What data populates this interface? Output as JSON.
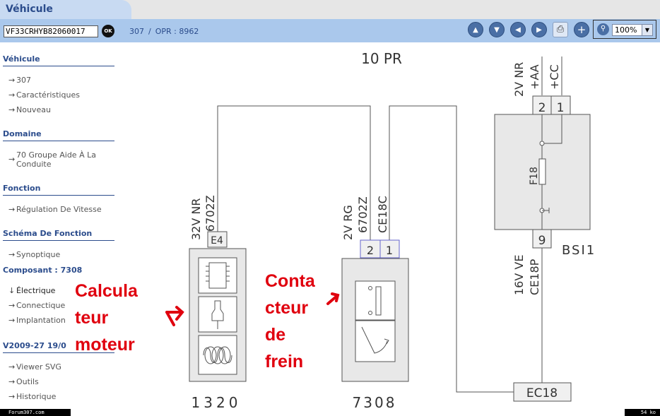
{
  "tab": {
    "label": "Véhicule"
  },
  "toolbar": {
    "vin_value": "VF33CRHYB82060017",
    "ok_label": "OK",
    "model": "307",
    "separator": "/",
    "opr": "OPR : 8962",
    "buttons": [
      "arrow-up-icon",
      "arrow-down-icon",
      "arrow-left-icon",
      "arrow-right-icon",
      "print-icon",
      "add-icon"
    ],
    "zoom_value": "100%"
  },
  "sidebar": {
    "sections": [
      {
        "title": "Véhicule",
        "items": [
          "307",
          "Caractéristiques",
          "Nouveau"
        ]
      },
      {
        "title": "Domaine",
        "items": [
          "70 Groupe Aide À La Conduite"
        ]
      },
      {
        "title": "Fonction",
        "items": [
          "Régulation De Vitesse"
        ]
      },
      {
        "title": "Schéma De Fonction",
        "items": [
          "Synoptique"
        ]
      },
      {
        "title": "Composant : 7308",
        "items": [
          "Électrique",
          "Connectique",
          "Implantation"
        ]
      },
      {
        "title": "V2009-27 19/0",
        "items": [
          "Viewer SVG",
          "Outils",
          "Historique"
        ]
      }
    ]
  },
  "diagram": {
    "title": "10 PR",
    "comp1": {
      "id": "1320",
      "connector": "E4",
      "wire1": "32V NR",
      "wire2": "6702Z"
    },
    "comp2": {
      "id": "7308",
      "pin_a": "2",
      "pin_b": "1",
      "wire1": "2V RG",
      "wire2": "6702Z",
      "wire3": "CE18C"
    },
    "comp3": {
      "id": "BSI1",
      "pin_a": "2",
      "pin_b": "1",
      "pin_c": "9",
      "fuse": "F18",
      "top1": "2V NR",
      "top2": "+AA",
      "top3": "+CC",
      "bot1": "16V VE",
      "bot2": "CE18P"
    },
    "connector": "EC18"
  },
  "annotations": {
    "calculateur": [
      "Calcula",
      "teur",
      "moteur"
    ],
    "contacteur": [
      "Conta",
      "cteur",
      "de",
      "frein"
    ]
  },
  "status": {
    "left": "Forum307.com",
    "right": "54 ko"
  },
  "colors": {
    "accent": "#2b4c8c",
    "toolbar": "#aac8ec",
    "annotation": "#e0000e"
  }
}
